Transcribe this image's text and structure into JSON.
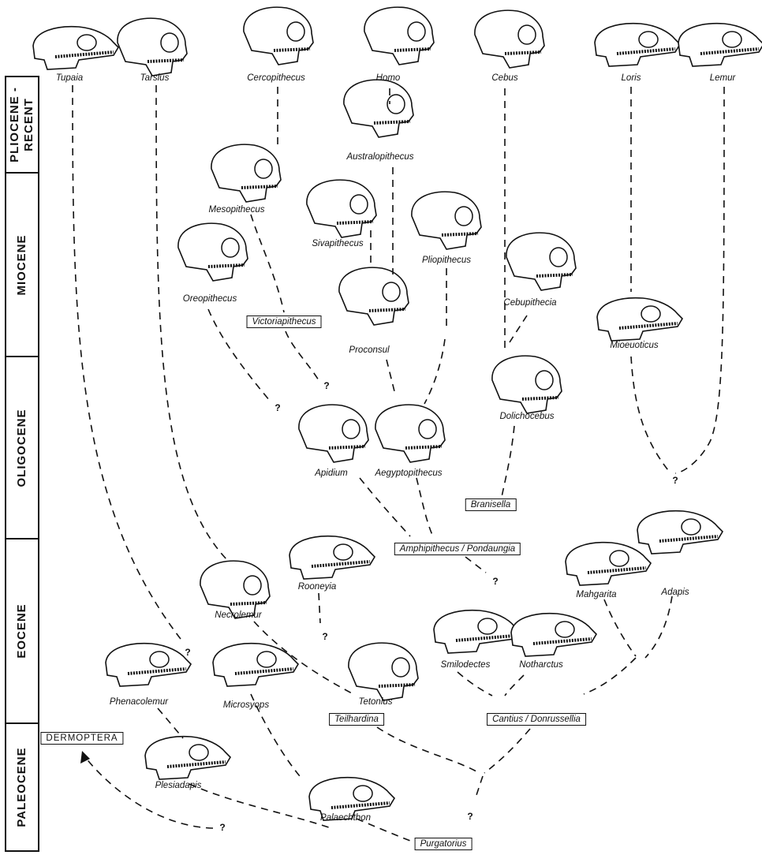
{
  "epochs": [
    {
      "id": "pliocene-recent",
      "label": "PLIOCENE - RECENT"
    },
    {
      "id": "miocene",
      "label": "MIOCENE"
    },
    {
      "id": "oligocene",
      "label": "OLIGOCENE"
    },
    {
      "id": "eocene",
      "label": "EOCENE"
    },
    {
      "id": "paleocene",
      "label": "PALEOCENE"
    }
  ],
  "living_taxa": {
    "tupaia": "Tupaia",
    "tarsius": "Tarsius",
    "cercopithecus": "Cercopithecus",
    "homo": "Homo",
    "cebus": "Cebus",
    "loris": "Loris",
    "lemur": "Lemur"
  },
  "fossil_taxa": {
    "australopithecus": "Australopithecus",
    "mesopithecus": "Mesopithecus",
    "sivapithecus": "Sivapithecus",
    "pliopithecus": "Pliopithecus",
    "oreopithecus": "Oreopithecus",
    "cebupithecia": "Cebupithecia",
    "proconsul": "Proconsul",
    "mioeuoticus": "Mioeuoticus",
    "dolichocebus": "Dolichocebus",
    "apidium": "Apidium",
    "aegyptopithecus": "Aegyptopithecus",
    "rooneyia": "Rooneyia",
    "adapis": "Adapis",
    "mahgarita": "Mahgarita",
    "necrolemur": "Necrolemur",
    "smilodectes": "Smilodectes",
    "notharctus": "Notharctus",
    "tetonius": "Tetonius",
    "phenacolemur": "Phenacolemur",
    "microsyops": "Microsyops",
    "plesiadapis": "Plesiadapis",
    "palaechthon": "Palaechthon"
  },
  "boxed_taxa": {
    "victoriapithecus": "Victoriapithecus",
    "branisella": "Branisella",
    "amphipithecus_pondaungia": "Amphipithecus / Pondaungia",
    "teilhardina": "Teilhardina",
    "cantius_donrussellia": "Cantius / Donrussellia",
    "dermoptera": "DERMOPTERA",
    "purgatorius": "Purgatorius"
  },
  "question_mark": "?"
}
